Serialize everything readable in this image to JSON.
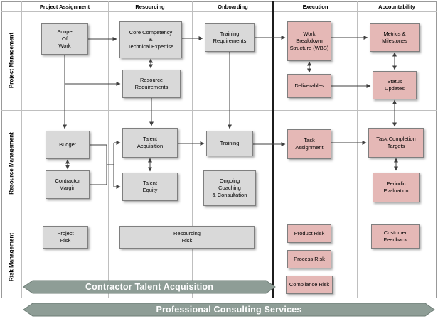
{
  "columns": [
    "Project Assignment",
    "Resourcing",
    "Onboarding",
    "Execution",
    "Accountability"
  ],
  "lanes": [
    "Project Management",
    "Resource Management",
    "Risk Management"
  ],
  "boxes": {
    "scope_of_work": "Scope\nOf\nWork",
    "core_competency": "Core Competency\n&\nTechnical Expertise",
    "resource_requirements": "Resource\nRequirements",
    "training_requirements": "Training\nRequirements",
    "wbs": "Work\nBreakdown\nStructure (WBS)",
    "metrics_milestones": "Metrics &\nMilestones",
    "deliverables": "Deliverables",
    "status_updates": "Status\nUpdates",
    "budget": "Budget",
    "contractor_margin": "Contractor\nMargin",
    "talent_acquisition": "Talent\nAcquisition",
    "talent_equity": "Talent\nEquity",
    "training": "Training",
    "ongoing_coaching": "Ongoing\nCoaching\n& Consultation",
    "task_assignment": "Task\nAssignment",
    "task_completion_targets": "Task Completion\nTargets",
    "periodic_evaluation": "Periodic\nEvaluation",
    "project_risk": "Project\nRisk",
    "resourcing_risk": "Resourcing\nRisk",
    "product_risk": "Product Risk",
    "process_risk": "Process Risk",
    "compliance_risk": "Compliance Risk",
    "customer_feedback": "Customer\nFeedback"
  },
  "banners": {
    "contractor_talent_acquisition": "Contractor Talent Acquisition",
    "professional_consulting_services": "Professional Consulting Services"
  },
  "colors": {
    "gray_box": "#d9d9d9",
    "pink_box": "#e5b8b6",
    "box_border": "#7f7f7f",
    "banner_fill": "#8e9d96",
    "divider": "#1c1c1c"
  }
}
